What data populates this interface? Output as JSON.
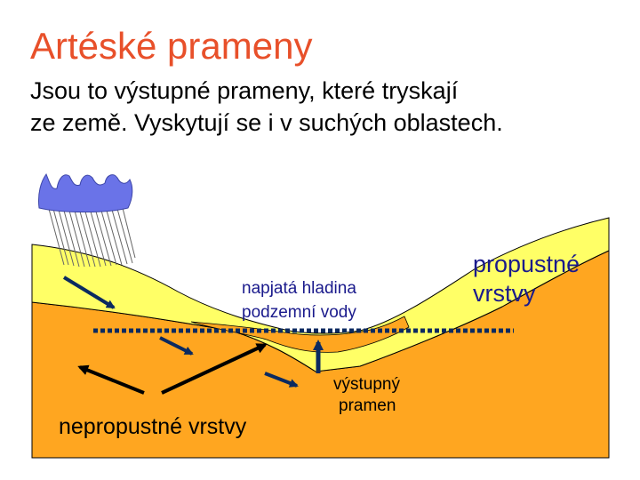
{
  "slide": {
    "title": "Artéské prameny",
    "subtitle_lines": [
      "Jsou to výstupné prameny, které tryskají",
      "ze země. Vyskytují se i v suchých oblastech."
    ]
  },
  "diagram": {
    "labels": {
      "pressure_level_line1": "napjatá hladina",
      "pressure_level_line2": "podzemní vody",
      "permeable_line1": "propustné",
      "permeable_line2": "vrstvy",
      "impermeable": "nepropustné vrstvy",
      "spring_line1": "výstupný",
      "spring_line2": "pramen"
    },
    "colors": {
      "title": "#e8502a",
      "permeable_layer": "#ffff66",
      "impermeable_layer": "#ffa620",
      "cloud": "#6a73e8",
      "arrow_water": "#0b2a60",
      "arrow_black": "#000000",
      "pressure_line": "#0b2a60",
      "label_blue": "#1a1a8c"
    },
    "icons": [
      "rain-cloud-icon"
    ]
  }
}
